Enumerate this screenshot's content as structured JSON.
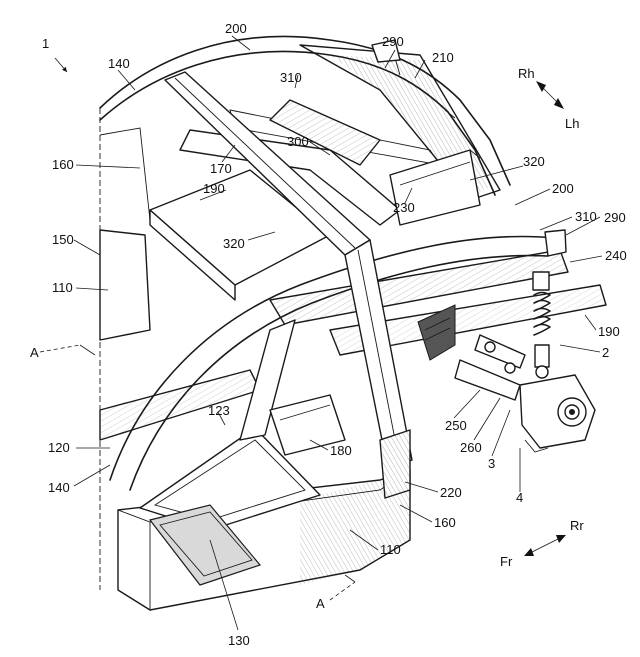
{
  "figure": {
    "labels": {
      "fig": "1",
      "l200a": "200",
      "l290a": "290",
      "l210": "210",
      "l140a": "140",
      "l310a": "310",
      "l300": "300",
      "l170": "170",
      "l160a": "160",
      "l190a": "190",
      "l230": "230",
      "l320a": "320",
      "l200b": "200",
      "l310b": "310",
      "l290b": "290",
      "l240": "240",
      "l150": "150",
      "l320b": "320",
      "l110a": "110",
      "l190b": "190",
      "l2": "2",
      "lA1": "A",
      "l123": "123",
      "l250": "250",
      "l180": "180",
      "l260": "260",
      "l3": "3",
      "l120": "120",
      "l4": "4",
      "l140b": "140",
      "l220": "220",
      "l160b": "160",
      "l110b": "110",
      "lA2": "A",
      "l130": "130"
    },
    "directions": {
      "rh": "Rh",
      "lh": "Lh",
      "rr": "Rr",
      "fr": "Fr"
    }
  }
}
